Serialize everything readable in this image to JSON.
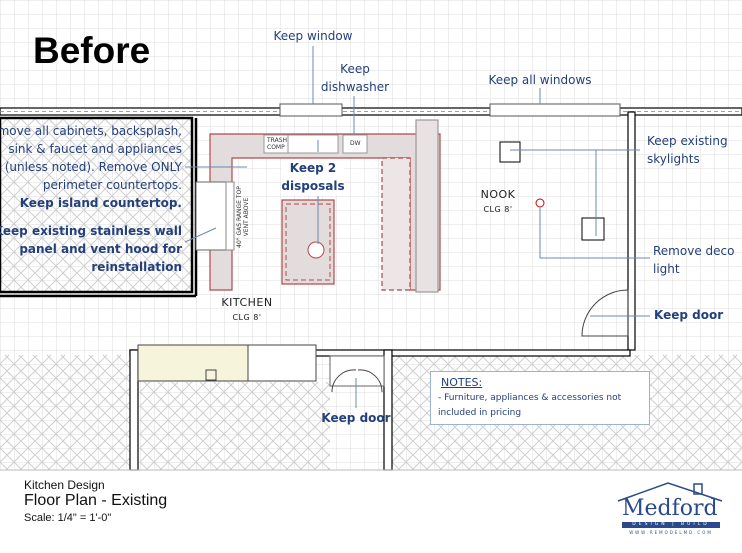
{
  "heading": "Before",
  "annotations": {
    "keep_window": "Keep window",
    "keep_dishwasher": [
      "Keep",
      "dishwasher"
    ],
    "keep_all_windows": "Keep all windows",
    "remove_cabinets": [
      "Remove all cabinets, backsplash,",
      "sink & faucet and appliances",
      "(unless noted). Remove ONLY",
      "perimeter countertops.",
      "Keep island countertop."
    ],
    "keep_panel": [
      "Keep existing stainless wall",
      "panel and vent hood for",
      "reinstallation"
    ],
    "keep_disposals": [
      "Keep 2",
      "disposals"
    ],
    "keep_skylights": [
      "Keep existing",
      "skylights"
    ],
    "remove_light": [
      "Remove deco",
      "light"
    ],
    "keep_door_right": "Keep door",
    "keep_door_bottom": "Keep door"
  },
  "rooms": {
    "kitchen": {
      "name": "KITCHEN",
      "ceiling": "CLG 8'"
    },
    "nook": {
      "name": "NOOK",
      "ceiling": "CLG 8'"
    }
  },
  "fixtures": {
    "trash": [
      "TRASH",
      "COMP"
    ],
    "dw": "DW",
    "range": [
      "40\" GAS RANGE TOP",
      "VENT ABOVE"
    ]
  },
  "notes": {
    "title": "NOTES:",
    "lines": [
      "- Furniture, appliances & accessories not",
      "included in pricing"
    ]
  },
  "title_block": {
    "project": "Kitchen Design",
    "sheet": "Floor Plan - Existing",
    "scale": "Scale: 1/4\" = 1'-0\""
  },
  "logo": {
    "name": "Medford",
    "tagline": "DESIGN | BUILD",
    "url": "WWW.REMODELMD.COM"
  },
  "colors": {
    "annotation": "#233f7c",
    "cabinet": "#b5474a",
    "wall": "#000000"
  }
}
